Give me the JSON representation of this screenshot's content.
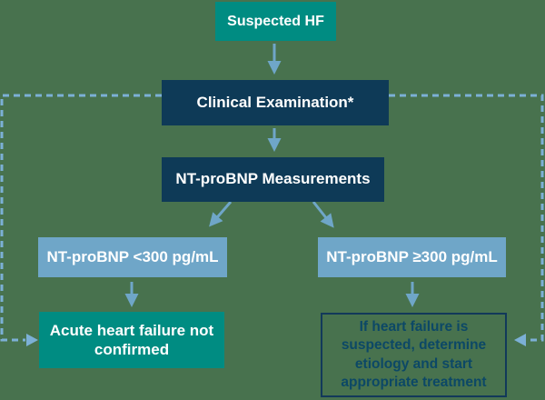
{
  "colors": {
    "background": "#48724e",
    "teal": "#008c82",
    "navy": "#0e3a57",
    "light_blue": "#6fa6c8",
    "arrow": "#6fa6c8",
    "dashed": "#7cb0d6",
    "outcome_border": "#12395a",
    "outcome_text": "#0c4866",
    "white": "#ffffff"
  },
  "flowchart": {
    "nodes": {
      "suspected": {
        "label": "Suspected HF"
      },
      "clinical": {
        "label": "Clinical Examination*"
      },
      "measurements": {
        "label": "NT-proBNP Measurements"
      },
      "left_branch": {
        "label": "NT-proBNP <300 pg/mL"
      },
      "right_branch": {
        "label": "NT-proBNP ≥300 pg/mL"
      },
      "left_outcome": {
        "label": "Acute heart failure not confirmed"
      },
      "right_outcome": {
        "label": "If heart failure is suspected, determine etiology and start appropriate treatment"
      }
    }
  }
}
